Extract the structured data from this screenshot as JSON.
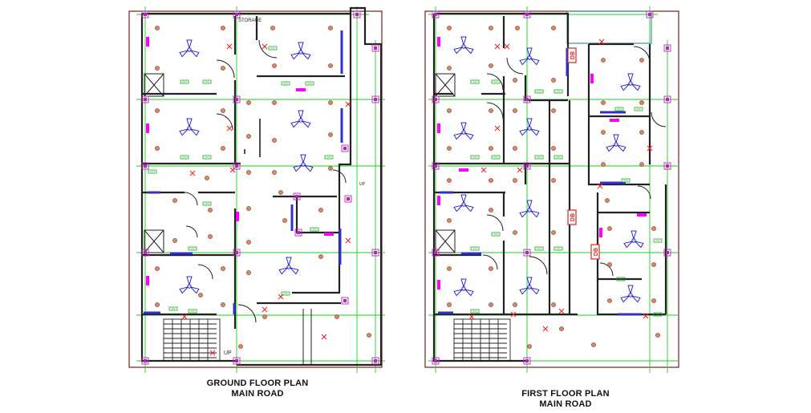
{
  "plans": [
    {
      "id": "ground",
      "title": "GROUND FLOOR PLAN",
      "subtitle": "MAIN ROAD",
      "room_labels": {
        "storage": "STORAGE"
      },
      "stair_label": "UP",
      "landing_label": "UP"
    },
    {
      "id": "first",
      "title": "FIRST FLOOR PLAN",
      "subtitle": "MAIN ROAD",
      "db_labels": [
        "DB",
        "DB",
        "DB"
      ]
    }
  ],
  "colors": {
    "wall": "#222222",
    "grid": "#22cc22",
    "fan": "#2a2ad0",
    "light": "#c0504d",
    "switchboard": "#ff00ff",
    "outlet": "#ff2020",
    "window": "#3030d0",
    "boundary": "#7a2020",
    "db": "#e02020"
  }
}
